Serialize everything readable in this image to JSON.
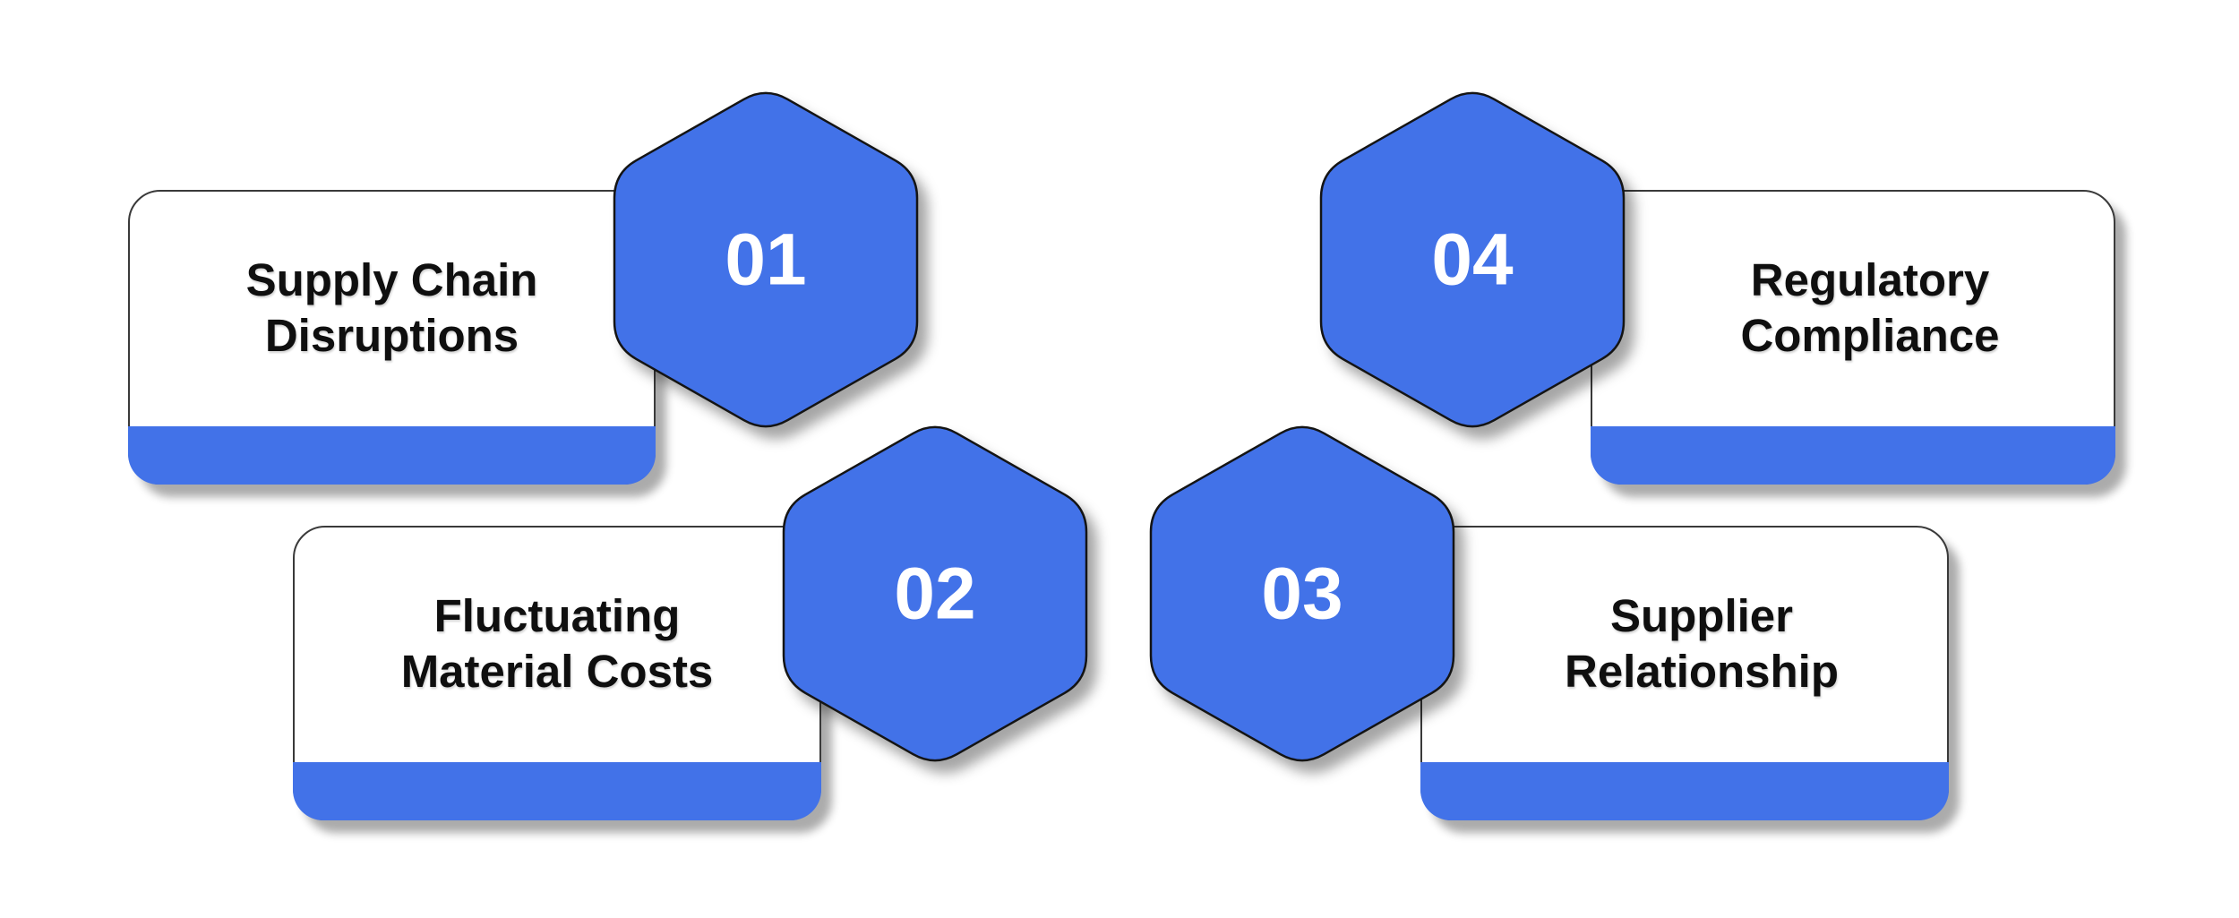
{
  "colors": {
    "accent_blue": "#4272E8",
    "hexagon_outline": "#141414",
    "card_border": "#3A3A3A",
    "title_text": "#0F0F0F",
    "number_text": "#FFFFFF",
    "background": "#FFFFFF"
  },
  "items": [
    {
      "number": "01",
      "title_line1": "Supply Chain",
      "title_line2": "Disruptions"
    },
    {
      "number": "02",
      "title_line1": "Fluctuating",
      "title_line2": "Material Costs"
    },
    {
      "number": "03",
      "title_line1": "Supplier",
      "title_line2": "Relationship"
    },
    {
      "number": "04",
      "title_line1": "Regulatory",
      "title_line2": "Compliance"
    }
  ]
}
